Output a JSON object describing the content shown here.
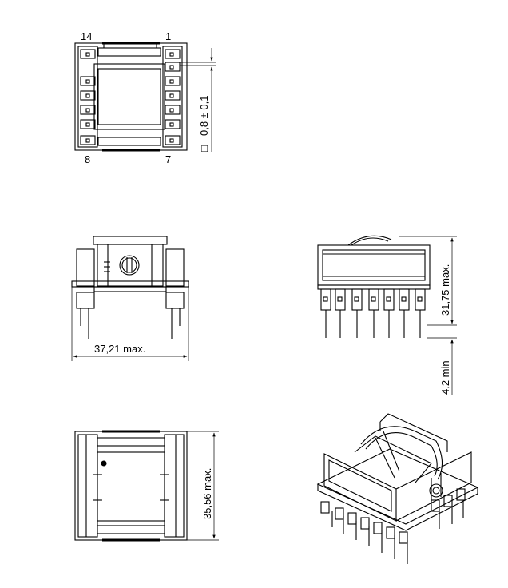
{
  "top_view": {
    "pin_top_left": "14",
    "pin_top_right": "1",
    "pin_bottom_left": "8",
    "pin_bottom_right": "7",
    "pin_size_symbol": "□",
    "pin_size_dim": "0,8 ± 0,1"
  },
  "front_view": {
    "width_dim": "37,21  max."
  },
  "side_view": {
    "height_dim": "31,75  max.",
    "pin_length_dim": "4,2 min"
  },
  "bottom_view": {
    "depth_dim": "35,56  max."
  }
}
